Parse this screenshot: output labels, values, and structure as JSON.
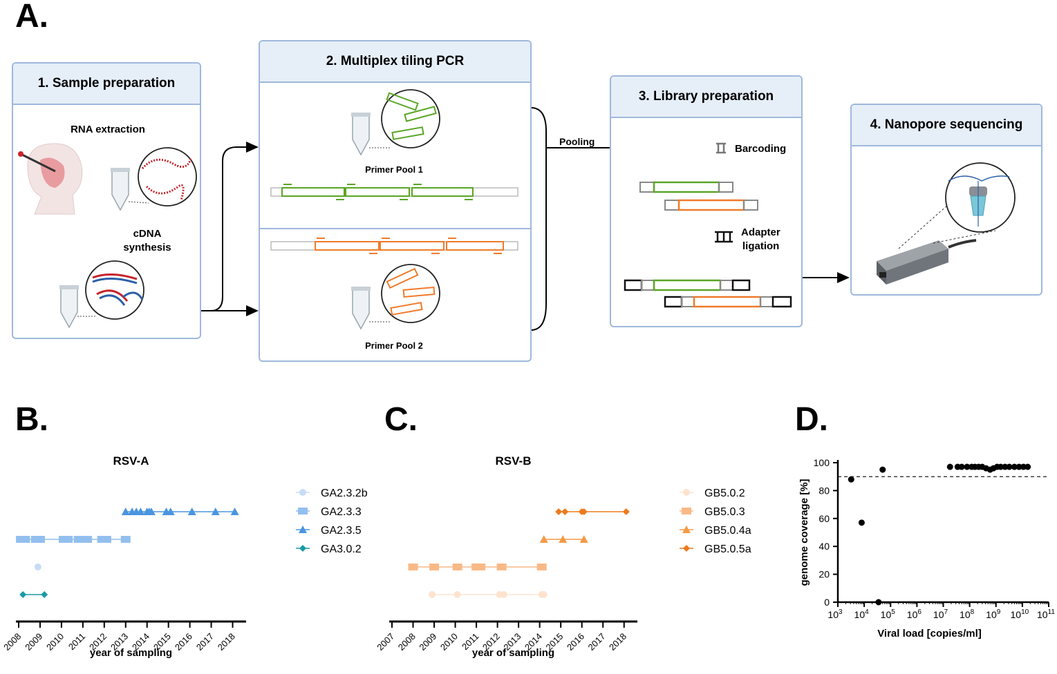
{
  "panel_a": {
    "letter": "A.",
    "step1": {
      "title": "1.  Sample preparation",
      "rna": "RNA extraction",
      "cdna_line1": "cDNA",
      "cdna_line2": "synthesis"
    },
    "step2": {
      "title": "2. Multiplex tiling PCR",
      "pool1": "Primer Pool 1",
      "pool2": "Primer Pool 2"
    },
    "pooling": "Pooling",
    "step3": {
      "title": "3. Library preparation",
      "barcoding": "Barcoding",
      "adapter_line1": "Adapter",
      "adapter_line2": "ligation"
    },
    "step4": {
      "title": "4. Nanopore sequencing"
    },
    "colors": {
      "box_border": "#9fb8dc",
      "box_header": "#e6eef8",
      "green": "#5aa526",
      "orange": "#f07a2a",
      "red": "#c8232c",
      "blue": "#2b5fa8"
    }
  },
  "panel_b": {
    "letter": "B.",
    "chart_data": {
      "type": "scatter",
      "title": "RSV-A",
      "xlabel": "year of sampling",
      "ylabel": "",
      "xlim": [
        2008,
        2018.5
      ],
      "xticks": [
        "2008",
        "2009",
        "2010",
        "2011",
        "2012",
        "2013",
        "2014",
        "2015",
        "2016",
        "2017",
        "2018"
      ],
      "series": [
        {
          "name": "GA2.3.2b",
          "color": "#c7dcf5",
          "marker": "circle",
          "x": [
            2008.9
          ]
        },
        {
          "name": "GA2.3.3",
          "color": "#92bfee",
          "marker": "square",
          "x": [
            2008.1,
            2008.3,
            2008.8,
            2009.0,
            2010.1,
            2010.3,
            2010.8,
            2011.0,
            2011.2,
            2011.9,
            2012.1,
            2013.0
          ]
        },
        {
          "name": "GA2.3.5",
          "color": "#4a95e0",
          "marker": "triangle",
          "x": [
            2013.0,
            2013.3,
            2013.5,
            2013.7,
            2014.0,
            2014.1,
            2014.2,
            2014.9,
            2015.1,
            2016.1,
            2017.2,
            2018.1
          ]
        },
        {
          "name": "GA3.0.2",
          "color": "#1a9aa8",
          "marker": "diamond",
          "x": [
            2008.2,
            2009.2
          ]
        }
      ]
    }
  },
  "panel_c": {
    "letter": "C.",
    "chart_data": {
      "type": "scatter",
      "title": "RSV-B",
      "xlabel": "year of sampling",
      "ylabel": "",
      "xlim": [
        2007,
        2018.5
      ],
      "xticks": [
        "2007",
        "2008",
        "2009",
        "2010",
        "2011",
        "2012",
        "2013",
        "2014",
        "2015",
        "2016",
        "2017",
        "2018"
      ],
      "series": [
        {
          "name": "GB5.0.2",
          "color": "#fde3cf",
          "marker": "circle",
          "x": [
            2008.9,
            2010.1,
            2012.1,
            2012.3,
            2014.1,
            2014.2
          ]
        },
        {
          "name": "GB5.0.3",
          "color": "#f9b987",
          "marker": "square",
          "x": [
            2008.0,
            2009.0,
            2010.1,
            2011.0,
            2011.2,
            2012.2,
            2014.1
          ]
        },
        {
          "name": "GB5.0.4a",
          "color": "#f59a45",
          "marker": "triangle",
          "x": [
            2014.2,
            2015.1,
            2016.1
          ]
        },
        {
          "name": "GB5.0.5a",
          "color": "#ee7a1c",
          "marker": "diamond",
          "x": [
            2014.9,
            2015.2,
            2016.0,
            2016.1,
            2018.1
          ]
        }
      ]
    }
  },
  "panel_d": {
    "letter": "D.",
    "chart_data": {
      "type": "scatter",
      "title": "",
      "xlabel": "Viral load [copies/ml]",
      "ylabel": "genome coverage [%]",
      "xscale": "log",
      "xlim": [
        1000,
        100000000000
      ],
      "ylim": [
        0,
        100
      ],
      "xtick_exponents": [
        "3",
        "4",
        "5",
        "6",
        "7",
        "8",
        "9",
        "10",
        "11"
      ],
      "xtick_base": "10",
      "yticks": [
        "0",
        "20",
        "40",
        "60",
        "80",
        "100"
      ],
      "threshold": 90,
      "points": [
        {
          "x": 3200,
          "y": 88
        },
        {
          "x": 8000,
          "y": 57
        },
        {
          "x": 35000,
          "y": 0
        },
        {
          "x": 50000,
          "y": 95
        },
        {
          "x": 18000000,
          "y": 97
        },
        {
          "x": 35000000,
          "y": 97
        },
        {
          "x": 50000000,
          "y": 97
        },
        {
          "x": 80000000,
          "y": 97
        },
        {
          "x": 120000000,
          "y": 97
        },
        {
          "x": 160000000,
          "y": 97
        },
        {
          "x": 220000000,
          "y": 97
        },
        {
          "x": 300000000,
          "y": 97
        },
        {
          "x": 420000000,
          "y": 96
        },
        {
          "x": 600000000,
          "y": 95
        },
        {
          "x": 800000000,
          "y": 96
        },
        {
          "x": 1100000000,
          "y": 97
        },
        {
          "x": 1500000000,
          "y": 97
        },
        {
          "x": 2200000000,
          "y": 97
        },
        {
          "x": 3200000000,
          "y": 97
        },
        {
          "x": 5000000000,
          "y": 97
        },
        {
          "x": 7500000000,
          "y": 97
        },
        {
          "x": 11000000000,
          "y": 97
        },
        {
          "x": 16000000000,
          "y": 97
        }
      ]
    }
  }
}
